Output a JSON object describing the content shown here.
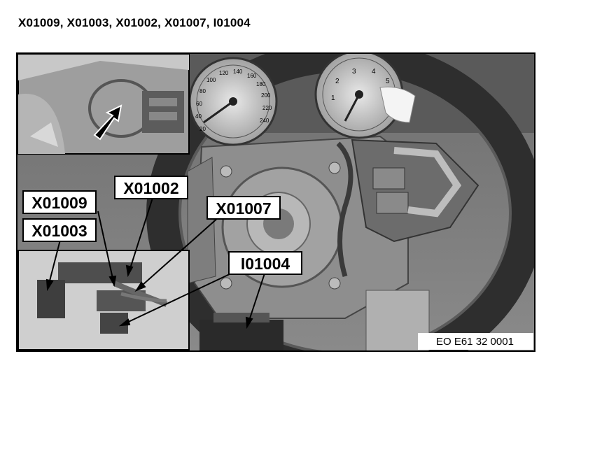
{
  "header": {
    "title": "X01009, X01003, X01002, X01007, I01004"
  },
  "figure": {
    "reference_code": "EO E61 32 0001",
    "callouts": {
      "x01002": "X01002",
      "x01009": "X01009",
      "x01007": "X01007",
      "x01003": "X01003",
      "i01004": "I01004"
    },
    "gauge_speed_ticks": [
      "20",
      "40",
      "60",
      "80",
      "100",
      "120",
      "140",
      "160",
      "180",
      "200",
      "220",
      "240"
    ],
    "gauge_tach_ticks": [
      "1",
      "2",
      "3",
      "4",
      "5"
    ]
  }
}
